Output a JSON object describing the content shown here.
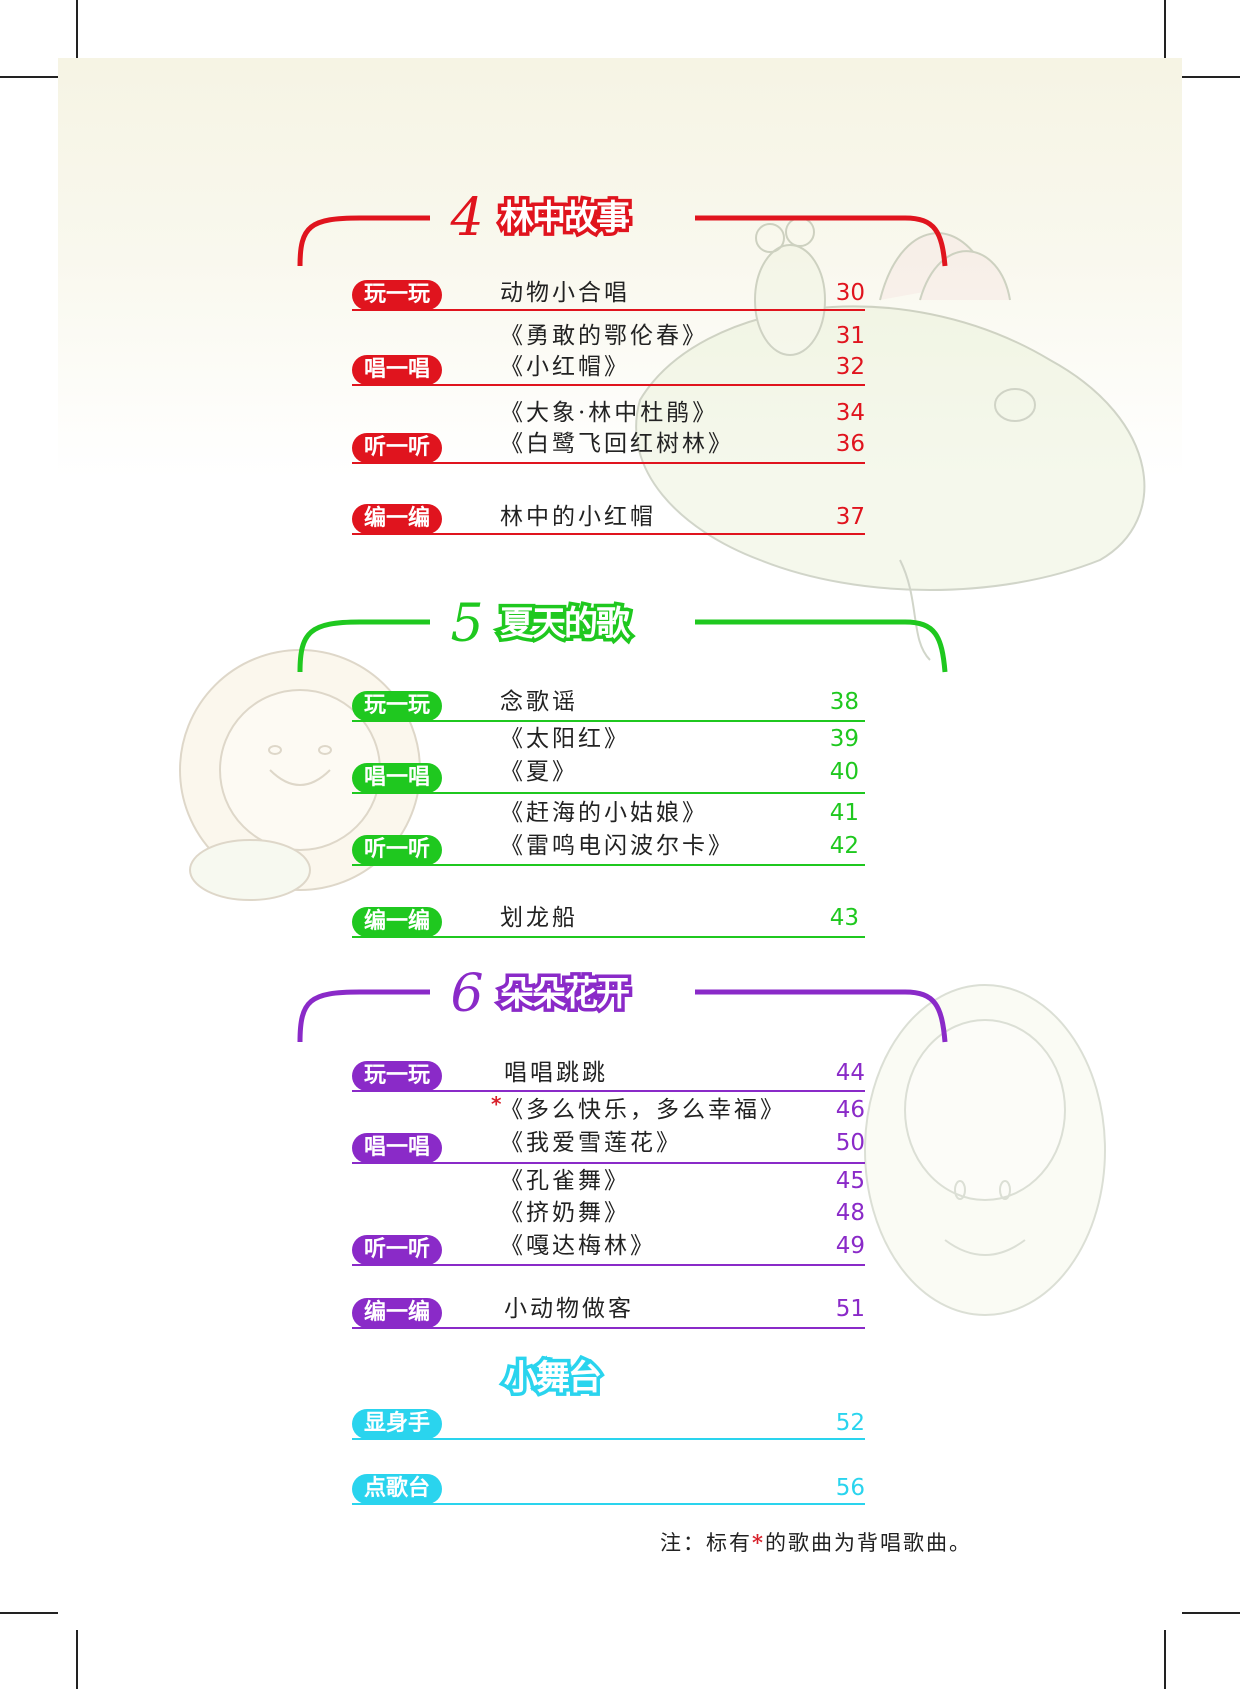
{
  "units": [
    {
      "number": "4",
      "name": "林中故事",
      "color": "#e0141e",
      "rows": [
        {
          "badge": "玩一玩",
          "items": [
            {
              "title": "动物小合唱",
              "page": "30"
            }
          ]
        },
        {
          "badge": "唱一唱",
          "items": [
            {
              "title": "《勇敢的鄂伦春》",
              "page": "31"
            },
            {
              "title": "《小红帽》",
              "page": "32"
            }
          ]
        },
        {
          "badge": "听一听",
          "items": [
            {
              "title": "《大象·林中杜鹃》",
              "page": "34"
            },
            {
              "title": "《白鹭飞回红树林》",
              "page": "36"
            }
          ]
        },
        {
          "badge": "编一编",
          "items": [
            {
              "title": "林中的小红帽",
              "page": "37"
            }
          ]
        }
      ]
    },
    {
      "number": "5",
      "name": "夏天的歌",
      "color": "#1fc81f",
      "rows": [
        {
          "badge": "玩一玩",
          "items": [
            {
              "title": "念歌谣",
              "page": "38"
            }
          ]
        },
        {
          "badge": "唱一唱",
          "items": [
            {
              "title": "《太阳红》",
              "page": "39"
            },
            {
              "title": "《夏》",
              "page": "40"
            }
          ]
        },
        {
          "badge": "听一听",
          "items": [
            {
              "title": "《赶海的小姑娘》",
              "page": "41"
            },
            {
              "title": "《雷鸣电闪波尔卡》",
              "page": "42"
            }
          ]
        },
        {
          "badge": "编一编",
          "items": [
            {
              "title": "划龙船",
              "page": "43"
            }
          ]
        }
      ]
    },
    {
      "number": "6",
      "name": "朵朵花开",
      "color": "#8a2ac8",
      "rows": [
        {
          "badge": "玩一玩",
          "items": [
            {
              "title": "唱唱跳跳",
              "page": "44"
            }
          ]
        },
        {
          "badge": "唱一唱",
          "items": [
            {
              "title": "《多么快乐，多么幸福》",
              "page": "46",
              "starred": true
            },
            {
              "title": "《我爱雪莲花》",
              "page": "50"
            }
          ]
        },
        {
          "badge": "听一听",
          "items": [
            {
              "title": "《孔雀舞》",
              "page": "45"
            },
            {
              "title": "《挤奶舞》",
              "page": "48"
            },
            {
              "title": "《嘎达梅林》",
              "page": "49"
            }
          ]
        },
        {
          "badge": "编一编",
          "items": [
            {
              "title": "小动物做客",
              "page": "51"
            }
          ]
        }
      ]
    }
  ],
  "stage": {
    "name": "小舞台",
    "color": "#2ad4ee",
    "rows": [
      {
        "badge": "显身手",
        "items": [
          {
            "title": "",
            "page": "52"
          }
        ]
      },
      {
        "badge": "点歌台",
        "items": [
          {
            "title": "",
            "page": "56"
          }
        ]
      }
    ]
  },
  "star_mark": "*",
  "note": {
    "before": "注：标有",
    "mark": "*",
    "after": "的歌曲为背唱歌曲。"
  }
}
